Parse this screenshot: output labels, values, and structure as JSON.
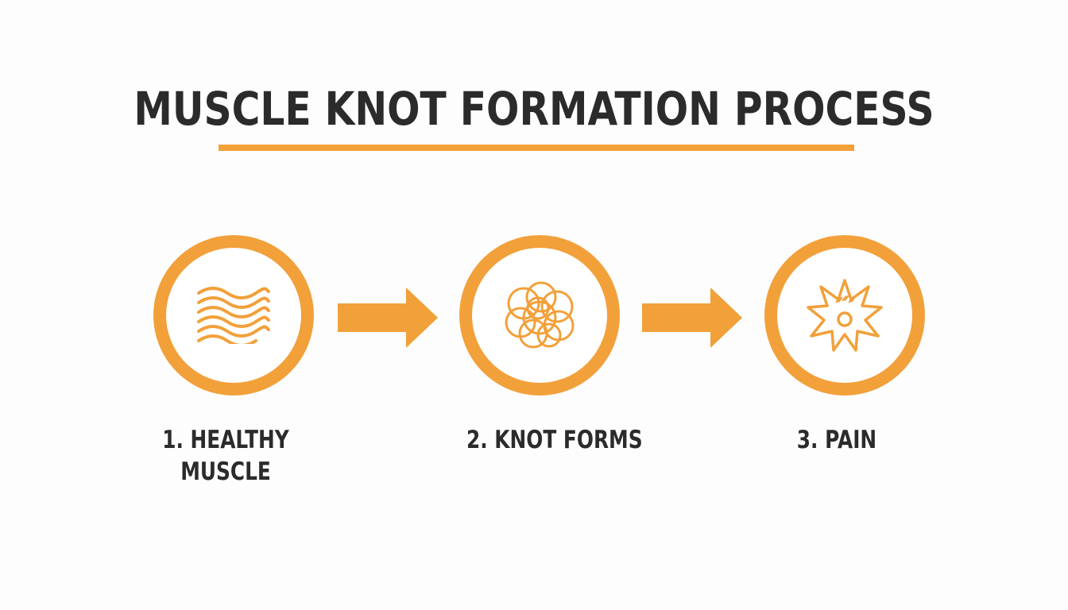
{
  "title": "MUSCLE KNOT FORMATION PROCESS",
  "accent_color": "#f2a03a",
  "text_color": "#2b2b2b",
  "steps": [
    {
      "label_line1": "1. HEALTHY",
      "label_line2": "MUSCLE",
      "icon": "wavy-fibers-icon"
    },
    {
      "label_line1": "2. KNOT FORMS",
      "label_line2": "",
      "icon": "tangled-knot-icon"
    },
    {
      "label_line1": "3. PAIN",
      "label_line2": "",
      "icon": "pain-burst-icon"
    }
  ],
  "connectors": [
    "right-arrow-icon",
    "right-arrow-icon"
  ]
}
